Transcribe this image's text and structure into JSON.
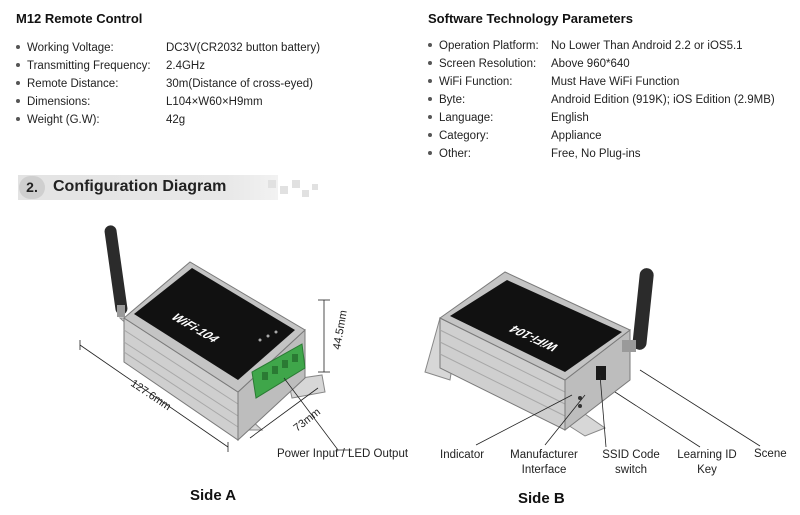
{
  "m12": {
    "title": "M12 Remote Control",
    "items": [
      {
        "label": "Working Voltage:",
        "value": "DC3V(CR2032 button battery)"
      },
      {
        "label": "Transmitting Frequency:",
        "value": "2.4GHz"
      },
      {
        "label": "Remote Distance:",
        "value": "30m(Distance of cross-eyed)"
      },
      {
        "label": "Dimensions:",
        "value": "L104×W60×H9mm"
      },
      {
        "label": "Weight (G.W):",
        "value": "42g"
      }
    ]
  },
  "software": {
    "title": "Software Technology Parameters",
    "items": [
      {
        "label": "Operation Platform:",
        "value": "No Lower Than Android 2.2 or iOS5.1"
      },
      {
        "label": "Screen Resolution:",
        "value": "Above 960*640"
      },
      {
        "label": "WiFi Function:",
        "value": "Must Have WiFi Function"
      },
      {
        "label": "Byte:",
        "value": "Android Edition (919K); iOS Edition (2.9MB)"
      },
      {
        "label": "Language:",
        "value": "English"
      },
      {
        "label": "Category:",
        "value": "Appliance"
      },
      {
        "label": "Other:",
        "value": "Free, No Plug-ins"
      }
    ]
  },
  "section": {
    "number": "2.",
    "title": "Configuration Diagram"
  },
  "side_a": {
    "caption": "Side A",
    "dim_length": "127.6mm",
    "dim_width": "73mm",
    "dim_height": "44.5mm",
    "label_power": "Power Input / LED Output",
    "device_text": "WiFi-104"
  },
  "side_b": {
    "caption": "Side B",
    "labels": {
      "indicator": "Indicator",
      "manufacturer": "Manufacturer Interface",
      "ssid": "SSID Code switch",
      "learning": "Learning ID Key",
      "scene": "Scene"
    },
    "device_text": "WiFi-104"
  },
  "colors": {
    "terminal": "#3fa64a",
    "device_top": "#111111",
    "body": "#c9c9c9"
  }
}
